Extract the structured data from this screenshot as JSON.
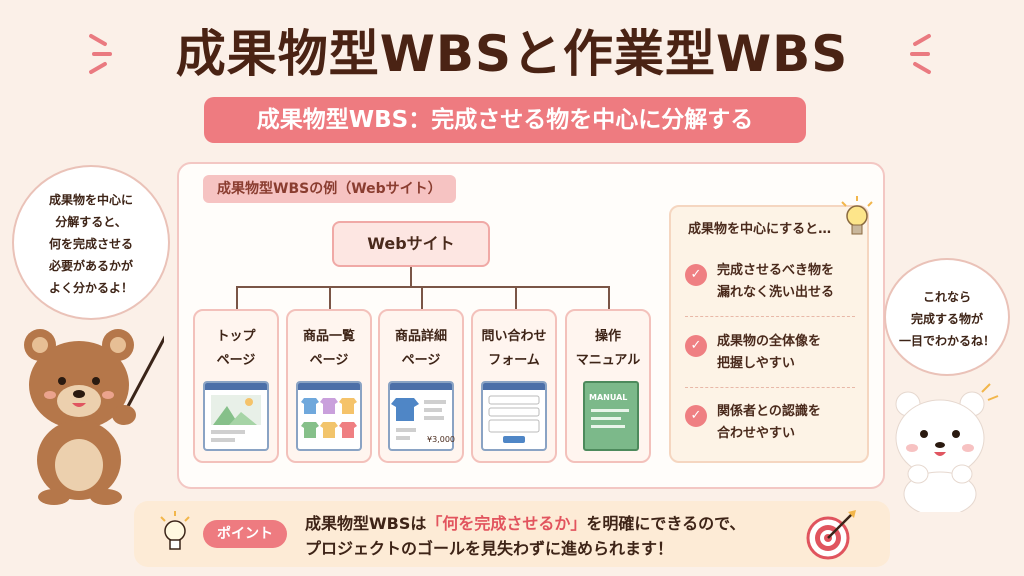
{
  "title": "成果物型WBSと作業型WBS",
  "subtitle": "成果物型WBS：完成させる物を中心に分解する",
  "panel": {
    "tag": "成果物型WBSの例（Webサイト）",
    "root": "Webサイト",
    "cards": [
      {
        "label": "トップ\nページ",
        "icon": "landscape-page-icon"
      },
      {
        "label": "商品一覧\nページ",
        "icon": "product-grid-icon"
      },
      {
        "label": "商品詳細\nページ",
        "icon": "product-detail-icon"
      },
      {
        "label": "問い合わせ\nフォーム",
        "icon": "form-icon"
      },
      {
        "label": "操作\nマニュアル",
        "icon": "manual-book-icon"
      }
    ],
    "detail_price": "¥3,000",
    "manual_label": "MANUAL"
  },
  "benefits": {
    "title": "成果物を中心にすると…",
    "items": [
      "完成させるべき物を\n漏れなく洗い出せる",
      "成果物の全体像を\n把握しやすい",
      "関係者との認識を\n合わせやすい"
    ]
  },
  "bubble_left": "成果物を中心に\n分解すると、\n何を完成させる\n必要があるかが\nよく分かるよ！",
  "bubble_right": "これなら\n完成する物が\n一目でわかるね！",
  "point": {
    "badge": "ポイント",
    "line1_pre": "成果物型WBSは",
    "line1_hl": "「何を完成させるか」",
    "line1_post": "を明確にできるので、",
    "line2": "プロジェクトのゴールを見失わずに進められます！"
  },
  "colors": {
    "accent": "#ee7b80",
    "title": "#4a2314",
    "background": "#fbf0e8"
  }
}
